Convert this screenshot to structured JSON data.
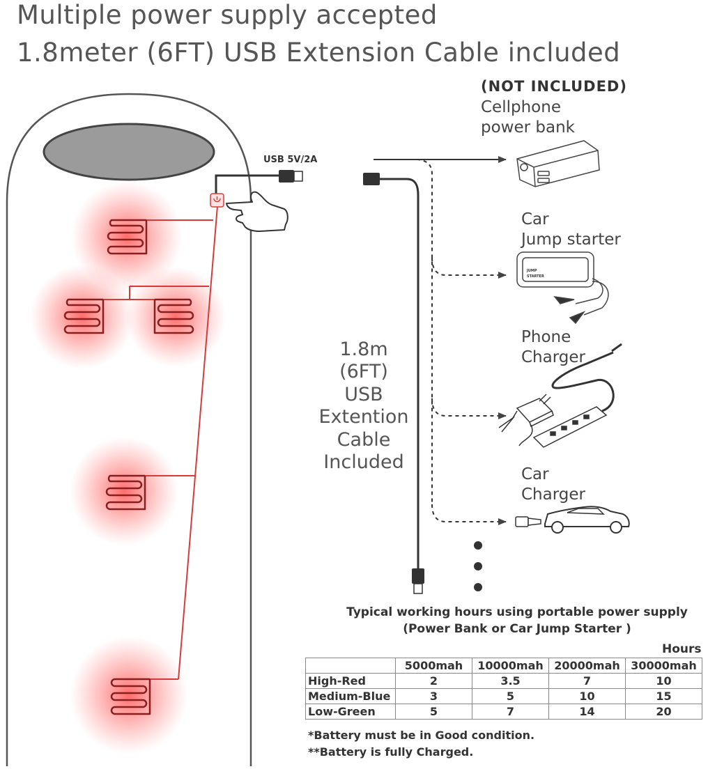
{
  "headline": {
    "line1": "Multiple power supply accepted",
    "line2": "1.8meter (6FT) USB Extension Cable included"
  },
  "usb_label": "USB 5V/2A",
  "cable_label": [
    "1.8m",
    "(6FT)",
    "USB",
    "Extention",
    "Cable",
    "Included"
  ],
  "power_sources": {
    "not_included": "(NOT INCLUDED)",
    "items": [
      {
        "label_lines": [
          "Cellphone",
          "power bank"
        ],
        "icon": "power-bank-icon"
      },
      {
        "label_lines": [
          "Car",
          "Jump starter"
        ],
        "icon": "jump-starter-icon",
        "device_text": [
          "JUMP",
          "STARTER"
        ]
      },
      {
        "label_lines": [
          "Phone",
          "Charger"
        ],
        "icon": "phone-charger-icon"
      },
      {
        "label_lines": [
          "Car",
          "Charger"
        ],
        "icon": "car-charger-icon"
      }
    ]
  },
  "hours_table": {
    "title_line1": "Typical working hours using portable power supply",
    "title_line2": "(Power Bank or Car Jump Starter )",
    "unit": "Hours",
    "columns": [
      "",
      "5000mah",
      "10000mah",
      "20000mah",
      "30000mah"
    ],
    "rows": [
      {
        "label": "High-Red",
        "values": [
          "2",
          "3.5",
          "7",
          "10"
        ]
      },
      {
        "label": "Medium-Blue",
        "values": [
          "3",
          "5",
          "10",
          "15"
        ]
      },
      {
        "label": "Low-Green",
        "values": [
          "5",
          "7",
          "14",
          "20"
        ]
      }
    ]
  },
  "notes": [
    "*Battery must be in Good condition.",
    "**Battery is fully Charged."
  ],
  "colors": {
    "heat": "#ff3b3b",
    "wire": "#d83a3a",
    "coil": "#8a1e1e",
    "outline": "#555555",
    "text": "#444444"
  }
}
